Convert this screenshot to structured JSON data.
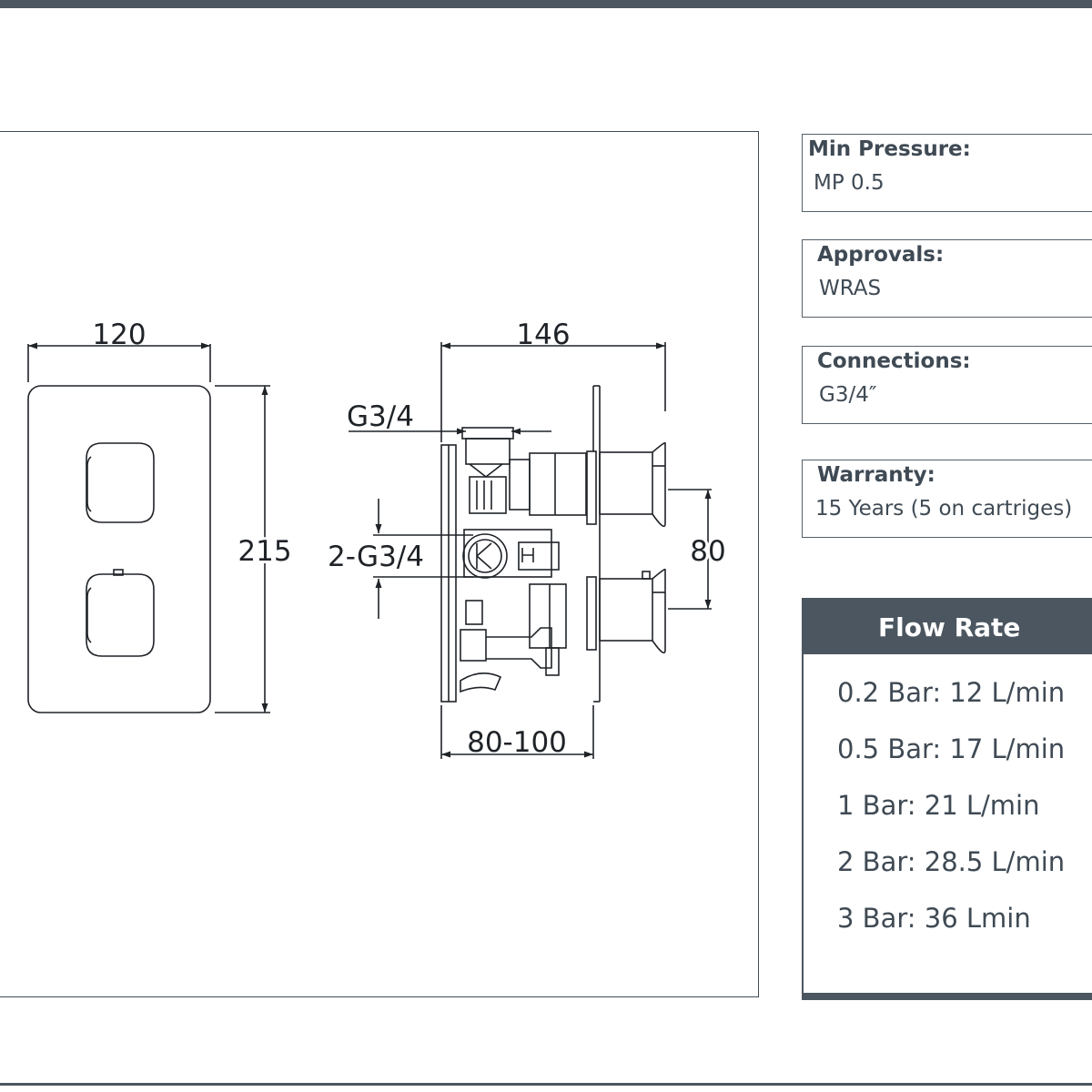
{
  "drawing": {
    "front_width": "120",
    "front_height": "215",
    "side_depth": "146",
    "inlet_label": "G3/4",
    "connections_label": "2-G3/4",
    "handle_spacing": "80",
    "wall_depth": "80-100"
  },
  "specs": {
    "min_pressure": {
      "label": "Min Pressure:",
      "value": "MP 0.5"
    },
    "approvals": {
      "label": "Approvals:",
      "value": "WRAS"
    },
    "connections": {
      "label": "Connections:",
      "value": "G3/4″"
    },
    "warranty": {
      "label": "Warranty:",
      "value": "15 Years (5 on cartriges)"
    }
  },
  "flow_rate": {
    "title": "Flow Rate",
    "rows": [
      "0.2 Bar: 12 L/min",
      "0.5 Bar: 17 L/min",
      "1 Bar: 21 L/min",
      "2 Bar: 28.5 L/min",
      "3 Bar: 36 Lmin"
    ]
  },
  "colors": {
    "accent": "#4b5660",
    "line": "#1f2328"
  }
}
